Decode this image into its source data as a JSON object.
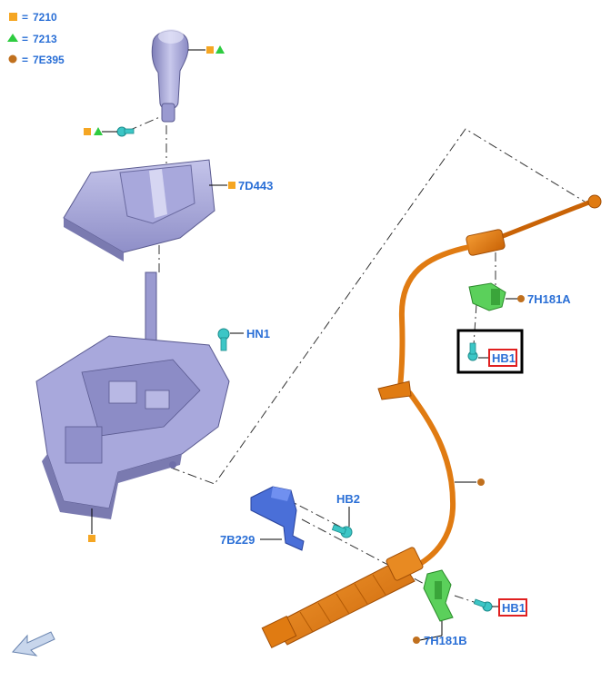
{
  "legend": {
    "square": {
      "eq": "=",
      "code": "7210",
      "color": "#f5a623"
    },
    "triangle": {
      "eq": "=",
      "code": "7213",
      "color": "#2ecc40"
    },
    "circle": {
      "eq": "=",
      "code": "7E395",
      "color": "#c0701e"
    }
  },
  "labels": {
    "boot": "7D443",
    "bolt_hn1": "HN1",
    "clip_upper": "7H181A",
    "bolt_hb1_upper": "HB1",
    "bolt_hb2": "HB2",
    "bracket": "7B229",
    "bolt_hb1_lower": "HB1",
    "clip_lower": "7H181B"
  },
  "colors": {
    "knob": "#a9a9d6",
    "cable": "#e07b12",
    "clip": "#5bd05b",
    "bracket": "#4a6fd8",
    "bolt": "#3cc6c6",
    "callout_text": "#2a6fd6",
    "highlight_box": "#e02020"
  }
}
